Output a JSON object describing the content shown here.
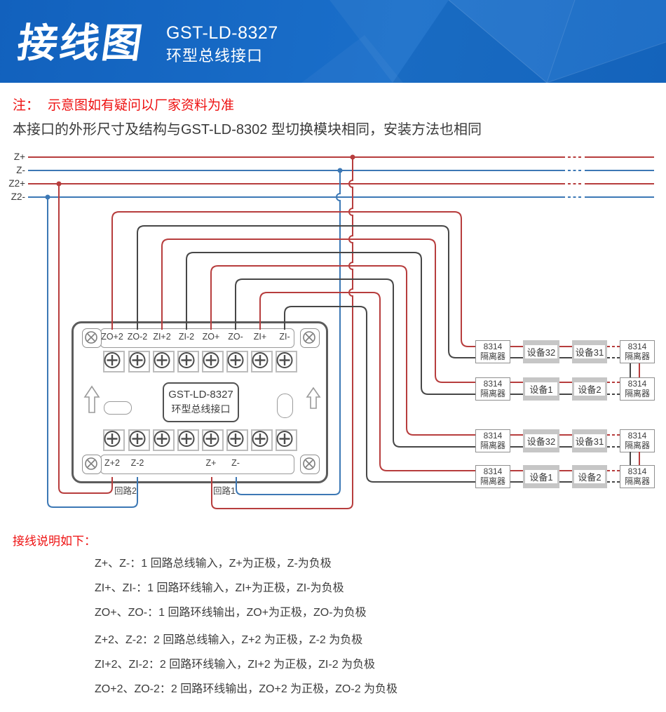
{
  "header": {
    "title": "接线图",
    "model": "GST-LD-8327",
    "subtitle": "环型总线接口"
  },
  "note": {
    "label": "注：",
    "warning": "示意图如有疑问以厂家资料为准",
    "description": "本接口的外形尺寸及结构与GST-LD-8302 型切换模块相同，安装方法也相同"
  },
  "bus_labels": [
    "Z+",
    "Z-",
    "Z2+",
    "Z2-"
  ],
  "module": {
    "name_line1": "GST-LD-8327",
    "name_line2": "环型总线接口",
    "top_terminals": [
      "ZO+2",
      "ZO-2",
      "ZI+2",
      "ZI-2",
      "ZO+",
      "ZO-",
      "ZI+",
      "ZI-"
    ],
    "bottom_terminals": [
      "Z+2",
      "Z-2",
      "",
      "",
      "Z+",
      "Z-",
      "",
      ""
    ],
    "loop1_label": "回路1",
    "loop2_label": "回路2"
  },
  "device_rows": [
    {
      "isolator_left": [
        "8314",
        "隔离器"
      ],
      "device_a": "设备32",
      "device_b": "设备31",
      "isolator_right": [
        "8314",
        "隔离器"
      ]
    },
    {
      "isolator_left": [
        "8314",
        "隔离器"
      ],
      "device_a": "设备1",
      "device_b": "设备2",
      "isolator_right": [
        "8314",
        "隔离器"
      ]
    },
    {
      "isolator_left": [
        "8314",
        "隔离器"
      ],
      "device_a": "设备32",
      "device_b": "设备31",
      "isolator_right": [
        "8314",
        "隔离器"
      ]
    },
    {
      "isolator_left": [
        "8314",
        "隔离器"
      ],
      "device_a": "设备1",
      "device_b": "设备2",
      "isolator_right": [
        "8314",
        "隔离器"
      ]
    }
  ],
  "wiring_notes": {
    "heading": "接线说明如下：",
    "lines": [
      "Z+、Z-：1 回路总线输入，Z+为正极，Z-为负极",
      "ZI+、ZI-：1 回路环线输入，ZI+为正极，ZI-为负极",
      "ZO+、ZO-：1 回路环线输出，ZO+为正极，ZO-为负极",
      "Z+2、Z-2：2 回路总线输入，Z+2 为正极，Z-2 为负极",
      "ZI+2、ZI-2：2 回路环线输入，ZI+2 为正极，ZI-2 为负极",
      "ZO+2、ZO-2：2 回路环线输出，ZO+2 为正极，ZO-2 为负极"
    ]
  },
  "colors": {
    "header_blue": "#1568c4",
    "wire_red": "#b73d3d",
    "wire_blue": "#3c78b5",
    "wire_dark": "#474747",
    "note_red": "#ee1111",
    "text_dark": "#3d3d3d",
    "box_gray": "#c6c6c6"
  }
}
